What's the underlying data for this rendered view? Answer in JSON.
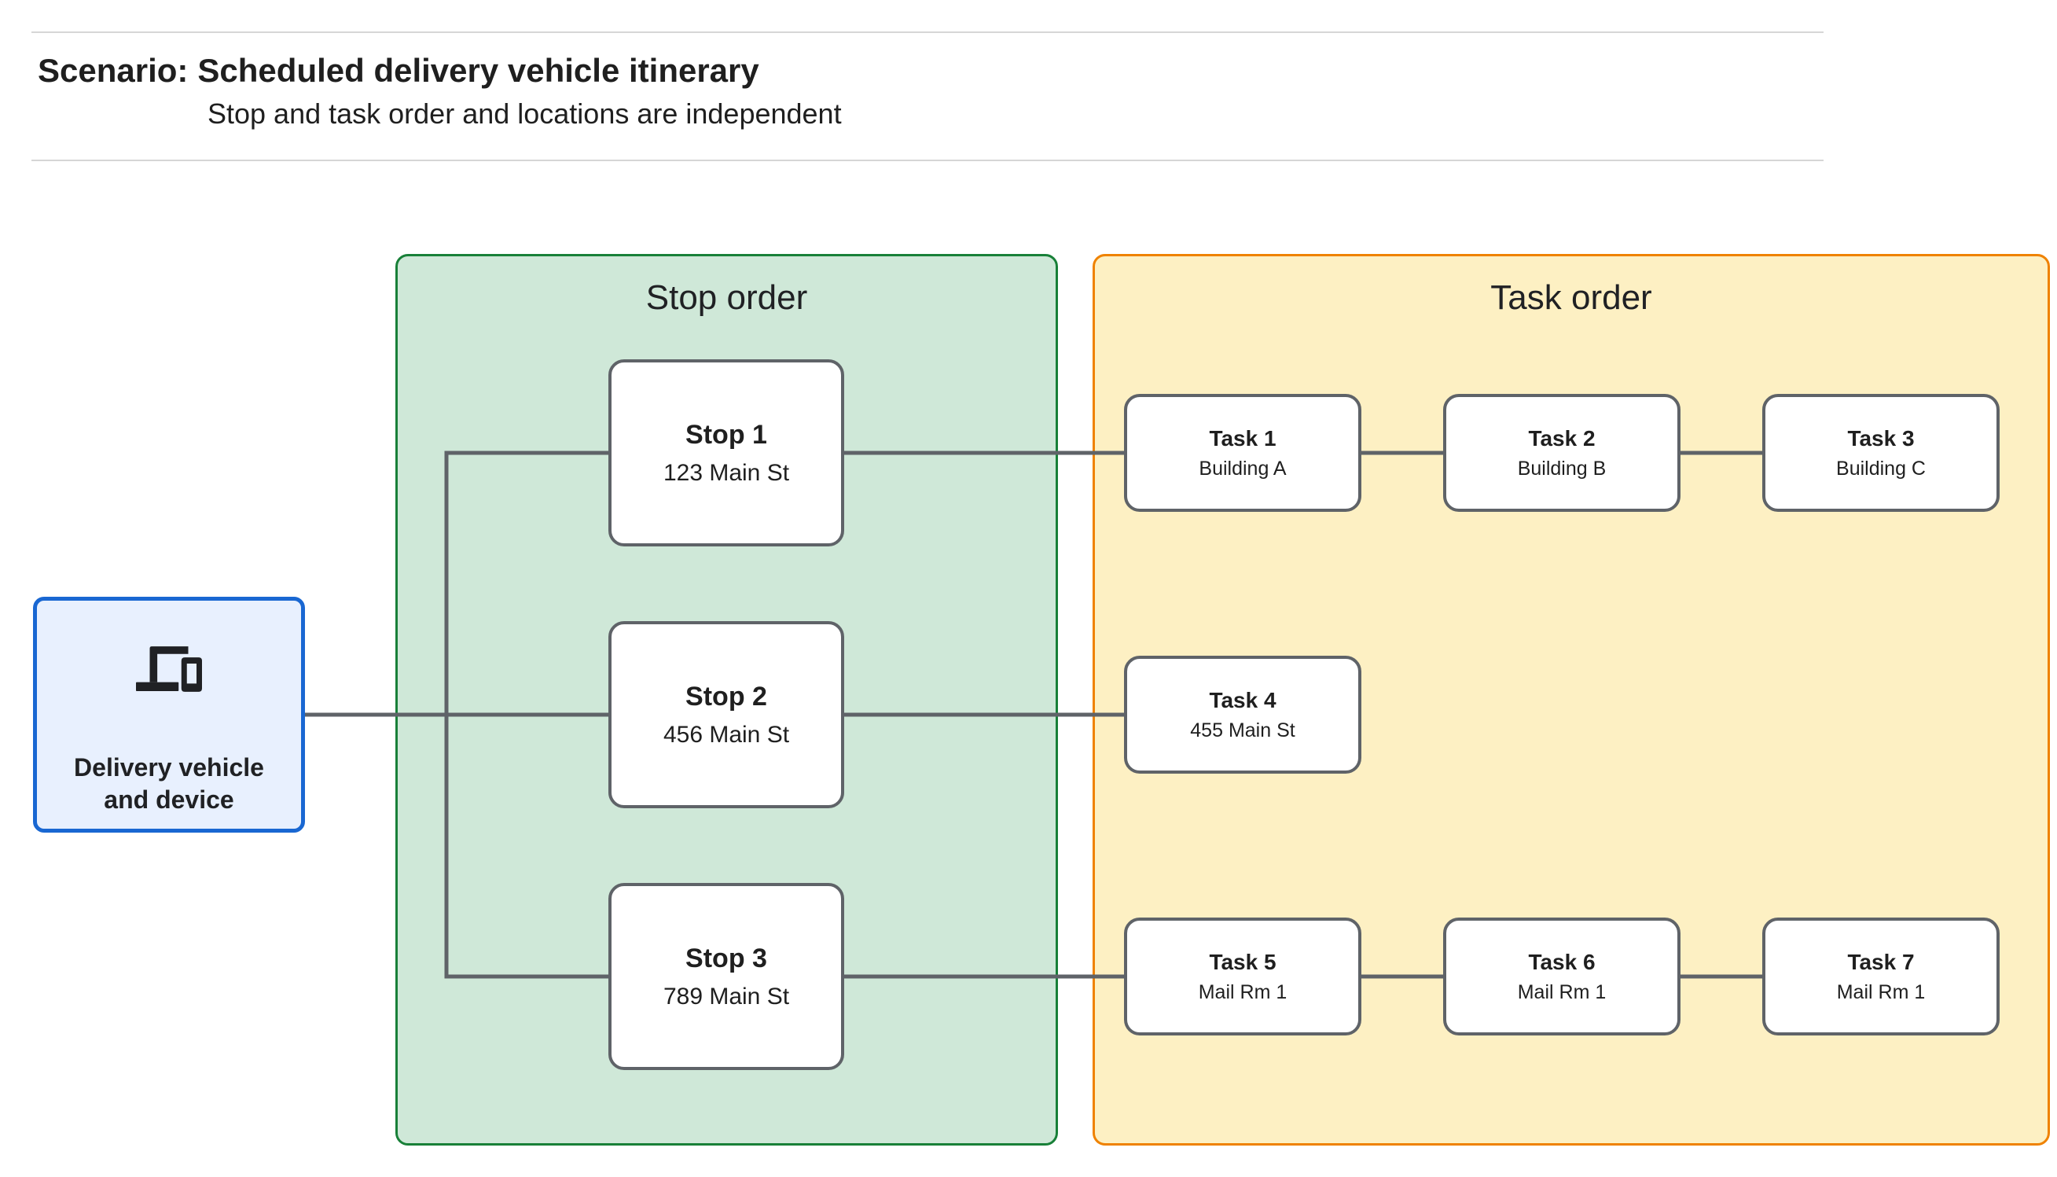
{
  "header": {
    "scenario_prefix": "Scenario:",
    "scenario_title": "Scheduled delivery vehicle itinerary",
    "subtitle": "Stop and task order and locations are independent"
  },
  "vehicle": {
    "icon": "devices-icon",
    "label_line1": "Delivery vehicle",
    "label_line2": "and device",
    "fill": "#e8f0fe",
    "border": "#1967d2"
  },
  "panels": {
    "stop_order": {
      "title": "Stop order",
      "fill": "#cfe8d8",
      "border": "#188038"
    },
    "task_order": {
      "title": "Task order",
      "fill": "#fdf0c3",
      "border": "#ef8200"
    }
  },
  "stops": [
    {
      "title": "Stop 1",
      "location": "123 Main St"
    },
    {
      "title": "Stop 2",
      "location": "456 Main St"
    },
    {
      "title": "Stop 3",
      "location": "789 Main St"
    }
  ],
  "tasks": [
    {
      "title": "Task 1",
      "location": "Building A"
    },
    {
      "title": "Task 2",
      "location": "Building B"
    },
    {
      "title": "Task 3",
      "location": "Building C"
    },
    {
      "title": "Task 4",
      "location": "455 Main St"
    },
    {
      "title": "Task 5",
      "location": "Mail Rm 1"
    },
    {
      "title": "Task 6",
      "location": "Mail Rm 1"
    },
    {
      "title": "Task 7",
      "location": "Mail Rm 1"
    }
  ],
  "colors": {
    "connector": "#5f6368",
    "node_border": "#5f6368",
    "divider": "#d6d6d6",
    "text": "#1f1f1f"
  }
}
